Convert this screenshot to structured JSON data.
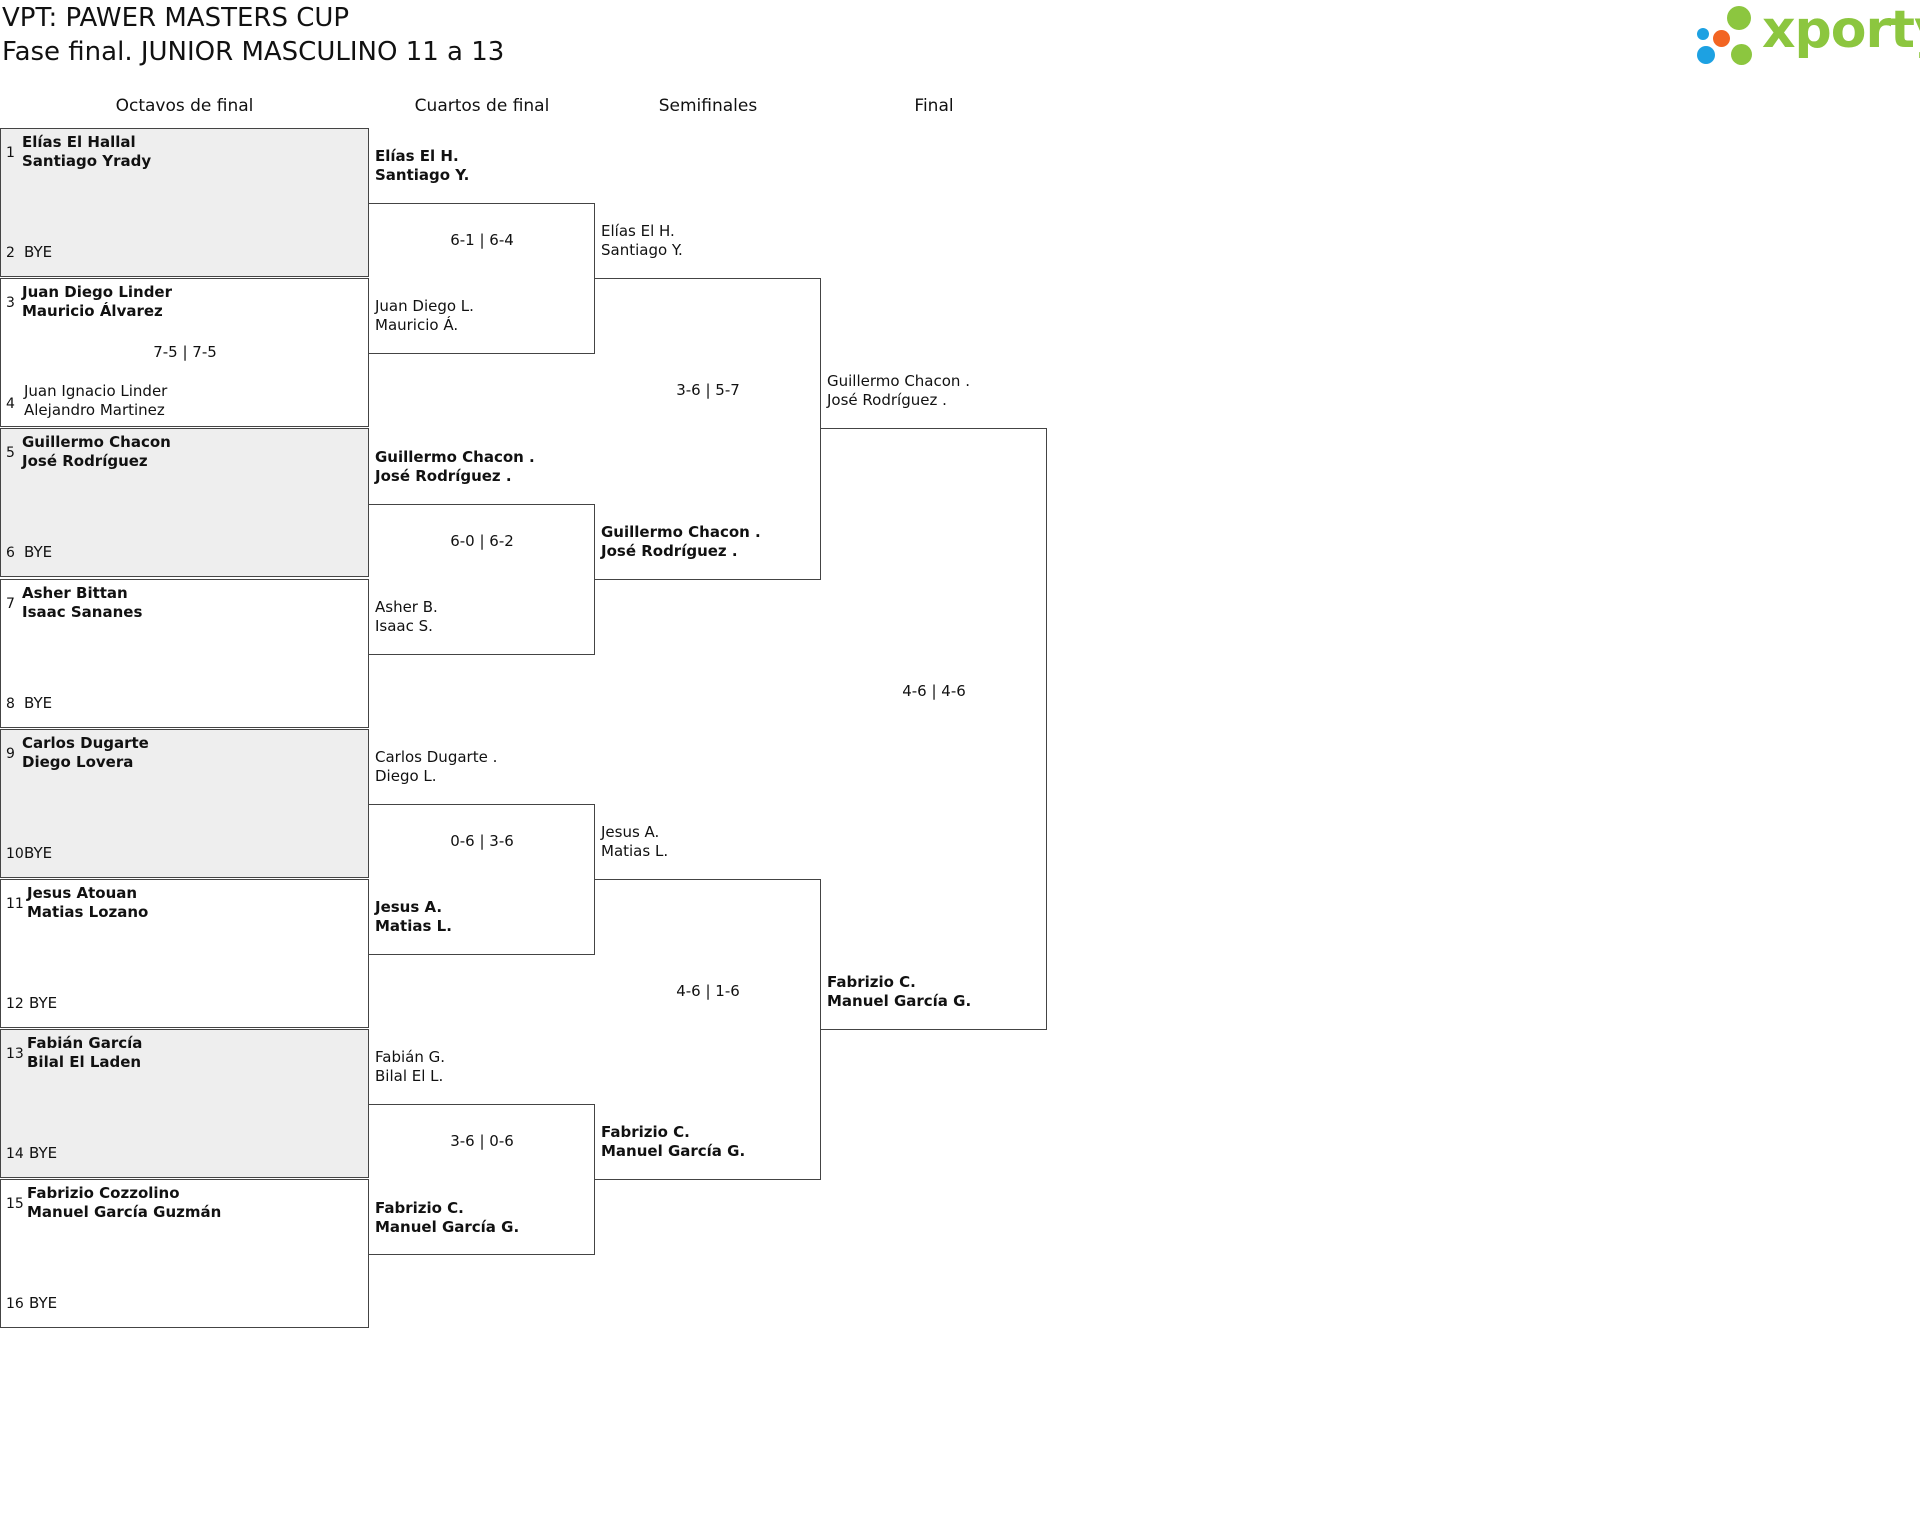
{
  "title": {
    "line1": "VPT: PAWER MASTERS CUP",
    "line2": "Fase final. JUNIOR MASCULINO 11 a 13"
  },
  "logo": {
    "text": "xporty",
    "colors": [
      "#8cc63f",
      "#f26522",
      "#1da1e2"
    ]
  },
  "rounds": [
    "Octavos de final",
    "Cuartos de final",
    "Semifinales",
    "Final"
  ],
  "round_of_16": [
    {
      "top_seed": "1",
      "top_p1": "Elías El Hallal",
      "top_p2": "Santiago Yrady",
      "top_winner": true,
      "bottom_seed": "2",
      "bottom_p1": "BYE",
      "bottom_p2": "",
      "bottom_winner": false,
      "score": ""
    },
    {
      "top_seed": "3",
      "top_p1": "Juan Diego Linder",
      "top_p2": "Mauricio Álvarez",
      "top_winner": true,
      "bottom_seed": "4",
      "bottom_p1": "Juan Ignacio Linder",
      "bottom_p2": "Alejandro Martinez",
      "bottom_winner": false,
      "score": "7-5 | 7-5"
    },
    {
      "top_seed": "5",
      "top_p1": "Guillermo Chacon",
      "top_p2": "José Rodríguez",
      "top_winner": true,
      "bottom_seed": "6",
      "bottom_p1": "BYE",
      "bottom_p2": "",
      "bottom_winner": false,
      "score": ""
    },
    {
      "top_seed": "7",
      "top_p1": "Asher Bittan",
      "top_p2": "Isaac Sananes",
      "top_winner": true,
      "bottom_seed": "8",
      "bottom_p1": "BYE",
      "bottom_p2": "",
      "bottom_winner": false,
      "score": ""
    },
    {
      "top_seed": "9",
      "top_p1": "Carlos Dugarte",
      "top_p2": "Diego Lovera",
      "top_winner": true,
      "bottom_seed": "10",
      "bottom_p1": "BYE",
      "bottom_p2": "",
      "bottom_winner": false,
      "score": ""
    },
    {
      "top_seed": "11",
      "top_p1": "Jesus Atouan",
      "top_p2": "Matias Lozano",
      "top_winner": true,
      "bottom_seed": "12",
      "bottom_p1": "BYE",
      "bottom_p2": "",
      "bottom_winner": false,
      "score": ""
    },
    {
      "top_seed": "13",
      "top_p1": "Fabián García",
      "top_p2": "Bilal El Laden",
      "top_winner": true,
      "bottom_seed": "14",
      "bottom_p1": "BYE",
      "bottom_p2": "",
      "bottom_winner": false,
      "score": ""
    },
    {
      "top_seed": "15",
      "top_p1": "Fabrizio Cozzolino",
      "top_p2": "Manuel García Guzmán",
      "top_winner": true,
      "bottom_seed": "16",
      "bottom_p1": "BYE",
      "bottom_p2": "",
      "bottom_winner": false,
      "score": ""
    }
  ],
  "quarterfinals": [
    {
      "top_p1": "Elías El H.",
      "top_p2": "Santiago Y.",
      "top_winner": true,
      "bottom_p1": "Juan Diego L.",
      "bottom_p2": "Mauricio Á.",
      "bottom_winner": false,
      "score": "6-1 | 6-4"
    },
    {
      "top_p1": "Guillermo Chacon .",
      "top_p2": "José Rodríguez .",
      "top_winner": true,
      "bottom_p1": "Asher B.",
      "bottom_p2": "Isaac S.",
      "bottom_winner": false,
      "score": "6-0 | 6-2"
    },
    {
      "top_p1": "Carlos Dugarte .",
      "top_p2": "Diego L.",
      "top_winner": false,
      "bottom_p1": "Jesus A.",
      "bottom_p2": "Matias L.",
      "bottom_winner": true,
      "score": "0-6 | 3-6"
    },
    {
      "top_p1": "Fabián G.",
      "top_p2": "Bilal El L.",
      "top_winner": false,
      "bottom_p1": "Fabrizio C.",
      "bottom_p2": "Manuel García G.",
      "bottom_winner": true,
      "score": "3-6 | 0-6"
    }
  ],
  "semifinals": [
    {
      "top_p1": "Elías El H.",
      "top_p2": "Santiago Y.",
      "top_winner": false,
      "bottom_p1": "Guillermo Chacon .",
      "bottom_p2": "José Rodríguez .",
      "bottom_winner": true,
      "score": "3-6 | 5-7"
    },
    {
      "top_p1": "Jesus A.",
      "top_p2": "Matias L.",
      "top_winner": false,
      "bottom_p1": "Fabrizio C.",
      "bottom_p2": "Manuel García G.",
      "bottom_winner": true,
      "score": "4-6 | 1-6"
    }
  ],
  "final": {
    "top_p1": "Guillermo Chacon .",
    "top_p2": "José Rodríguez .",
    "top_winner": false,
    "bottom_p1": "Fabrizio C.",
    "bottom_p2": "Manuel García G.",
    "bottom_winner": true,
    "score": "4-6 | 4-6"
  }
}
